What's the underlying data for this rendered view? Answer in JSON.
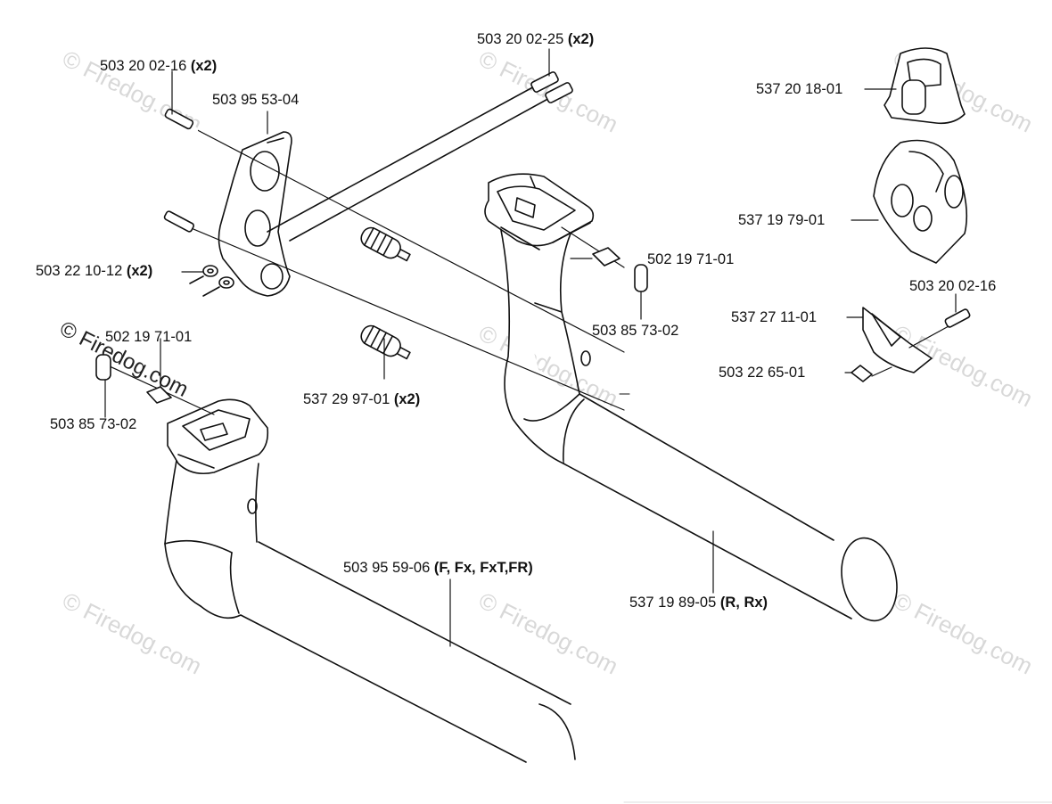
{
  "watermark": {
    "text": "© Firedog.com"
  },
  "labels": {
    "bolt_left": {
      "part": "503 20 02-16",
      "qty": "(x2)"
    },
    "bracket": {
      "part": "503 95 53-04"
    },
    "bolt_top": {
      "part": "503 20 02-25",
      "qty": "(x2)"
    },
    "washer": {
      "part": "503 22 10-12",
      "qty": "(x2)"
    },
    "damper": {
      "part": "537 29 97-01",
      "qty": "(x2)"
    },
    "nut_left": {
      "part": "502 19 71-01"
    },
    "sleeve_left": {
      "part": "503 85 73-02"
    },
    "nut_right": {
      "part": "502 19 71-01"
    },
    "sleeve_right": {
      "part": "503 85 73-02"
    },
    "handle_left": {
      "part": "503 95 59-06",
      "qty": "(F, Fx, FxT,FR)"
    },
    "handle_right": {
      "part": "537 19 89-05",
      "qty": "(R, Rx)"
    },
    "guard_top": {
      "part": "537 20 18-01"
    },
    "guard_mid": {
      "part": "537 19 79-01"
    },
    "clamp": {
      "part": "537 27 11-01"
    },
    "clamp_screw": {
      "part": "503 20 02-16"
    },
    "clamp_nut": {
      "part": "503 22 65-01"
    }
  }
}
